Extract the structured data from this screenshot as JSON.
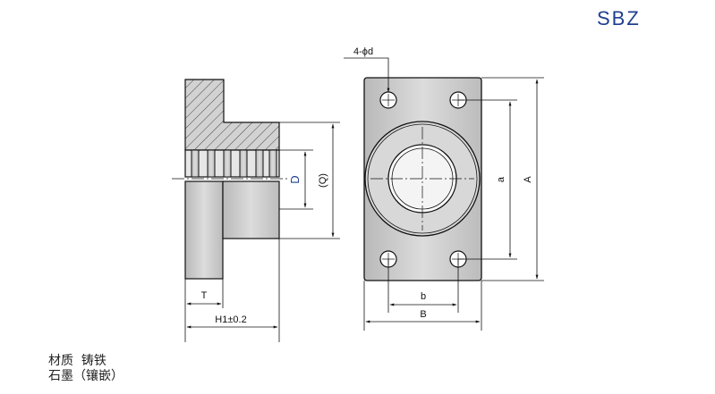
{
  "title": "SBZ",
  "dimensions": {
    "hole_callout": "4-ϕd",
    "bore": "D",
    "q": "(Q)",
    "a": "a",
    "A": "A",
    "b": "b",
    "B": "B",
    "T": "T",
    "H1": "H1±0.2"
  },
  "material": {
    "line1_label": "材质",
    "line1_value": "铸铁",
    "line2": "石墨（镶嵌）"
  },
  "colors": {
    "title": "#1f3f8f",
    "bore_label": "#1f3f8f",
    "body_fill": "#c9c9c9",
    "line": "#111111"
  }
}
